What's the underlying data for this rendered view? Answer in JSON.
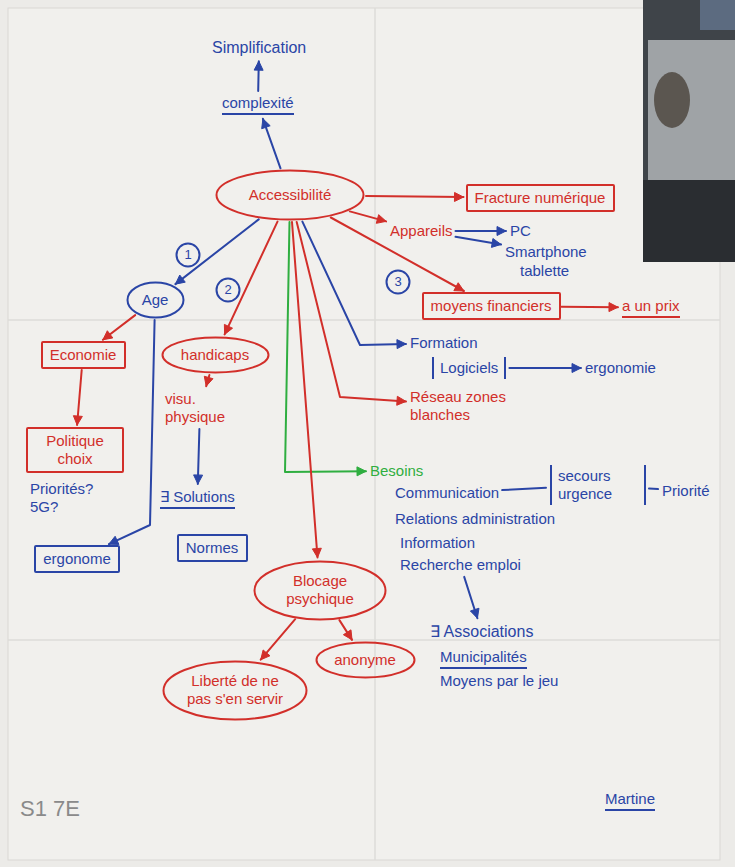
{
  "diagram": {
    "nodes": [
      {
        "text": [
          "Accessibilité"
        ]
      },
      {
        "text": [
          "Fracture numérique"
        ]
      },
      {
        "text": [
          "3"
        ]
      },
      {
        "text": [
          "moyens financiers"
        ]
      },
      {
        "text": [
          "1"
        ]
      },
      {
        "text": [
          "Age"
        ]
      },
      {
        "text": [
          "2"
        ]
      },
      {
        "text": [
          "handicaps"
        ]
      },
      {
        "text": [
          "Economie"
        ]
      },
      {
        "text": [
          "Politique choix"
        ]
      },
      {
        "text": [
          "ergonome"
        ]
      },
      {
        "text": [
          "Normes"
        ]
      },
      {
        "text": [
          "Blocage psychique"
        ]
      },
      {
        "text": [
          "Liberté de ne pas s'en servir"
        ]
      },
      {
        "text": [
          "anonyme"
        ]
      }
    ],
    "edges": [
      {
        "from": 0,
        "to": 1,
        "arrow": "to"
      },
      {
        "from": 0,
        "to": 3,
        "arrow": "to"
      },
      {
        "from": 0,
        "to": 5,
        "arrow": "to"
      },
      {
        "from": 0,
        "to": 7,
        "arrow": "to"
      },
      {
        "from": 0,
        "to": 12,
        "arrow": "to"
      },
      {
        "from": 5,
        "to": 8,
        "arrow": "to"
      },
      {
        "from": 8,
        "to": 9,
        "arrow": "to"
      },
      {
        "from": 5,
        "to": 10,
        "arrow": "to"
      },
      {
        "from": 12,
        "to": 13,
        "arrow": "to"
      },
      {
        "from": 12,
        "to": 14,
        "arrow": "to"
      }
    ],
    "labels": [
      "Simplification",
      "complexité",
      "Appareils",
      "PC",
      "Smartphone",
      "tablette",
      "a un prix",
      "Formation",
      "Logiciels",
      "ergonomie",
      "Réseau zones blanches",
      "Priorités? 5G?",
      "visu. physique",
      "∃ Solutions",
      "Besoins",
      "Communication",
      "secours urgence",
      "Priorité",
      "Relations administration",
      "Information",
      "Recherche emploi",
      "∃ Associations",
      "Municipalités",
      "Moyens par le jeu",
      "Martine",
      "S1 7E"
    ]
  }
}
